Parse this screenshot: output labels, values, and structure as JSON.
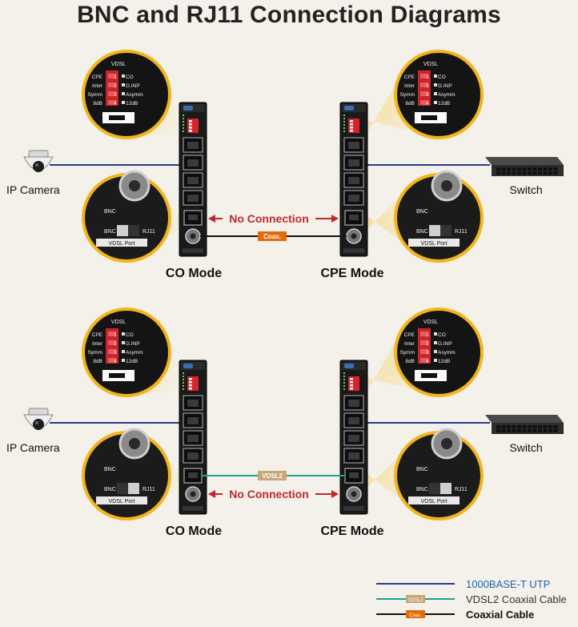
{
  "title": "BNC and RJ11 Connection Diagrams",
  "colors": {
    "utp": "#2b3990",
    "vdsl2": "#1aa29a",
    "coax": "#111111",
    "no_connection": "#c0282d",
    "coax_tag": "#e36c0a",
    "vdsl2_tag": "#c9a777",
    "zoom_ring": "#f2b51c"
  },
  "diagrams": [
    {
      "left_device": "IP Camera",
      "right_device": "Switch",
      "left_mode": "CO Mode",
      "right_mode": "CPE Mode",
      "no_connection": "No Connection",
      "cable_tag": "Coax.",
      "no_connection_port": "RJ11",
      "cable_port": "BNC"
    },
    {
      "left_device": "IP Camera",
      "right_device": "Switch",
      "left_mode": "CO Mode",
      "right_mode": "CPE Mode",
      "no_connection": "No Connection",
      "cable_tag": "VDSL2",
      "no_connection_port": "BNC",
      "cable_port": "RJ11"
    }
  ],
  "dip_zoom": {
    "header": "VDSL",
    "left_labels": [
      "CPE",
      "Inter",
      "Symm",
      "8dB"
    ],
    "right_labels": [
      "CO",
      "G.INP",
      "Asymm",
      "12dB"
    ],
    "numbers": [
      "1",
      "2",
      "3",
      "4"
    ]
  },
  "port_zoom": {
    "bnc": "BNC",
    "rj11": "RJ11",
    "footer": "VDSL Port"
  },
  "legend": [
    {
      "tag": "",
      "label": "1000BASE-T UTP",
      "line_color": "#2b3990",
      "label_color": "#1a66b0"
    },
    {
      "tag": "VDSL2",
      "label": "VDSL2 Coaxial Cable",
      "line_color": "#1aa29a",
      "label_color": "#333333"
    },
    {
      "tag": "Coax.",
      "label": "Coaxial Cable",
      "line_color": "#111111",
      "label_color": "#111111"
    }
  ]
}
